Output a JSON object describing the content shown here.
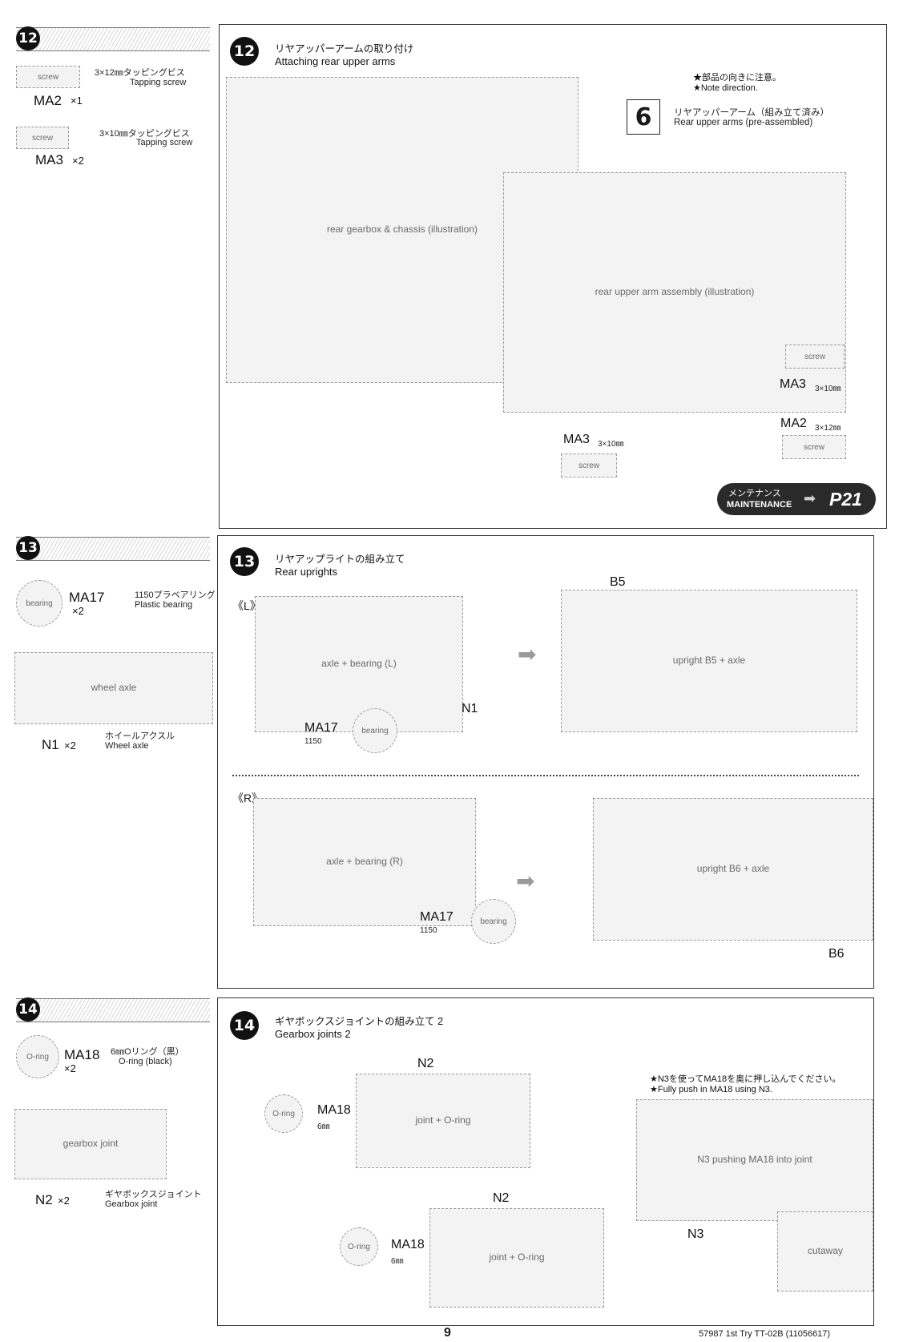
{
  "steps": [
    {
      "number": "12",
      "title_ja": "リヤアッパーアームの取り付け",
      "title_en": "Attaching rear upper arms",
      "parts": [
        {
          "code": "MA2",
          "qty": "×1",
          "name_ja": "3×12㎜タッピングビス",
          "name_en": "Tapping screw"
        },
        {
          "code": "MA3",
          "qty": "×2",
          "name_ja": "3×10㎜タッピングビス",
          "name_en": "Tapping screw"
        }
      ],
      "note_ja": "★部品の向きに注意。",
      "note_en": "★Note direction.",
      "ref_step": "6",
      "ref_ja": "リヤアッパーアーム（組み立て済み）",
      "ref_en": "Rear upper arms (pre-assembled)",
      "callouts": [
        {
          "code": "MA3",
          "size": "3×10㎜"
        },
        {
          "code": "MA2",
          "size": "3×12㎜"
        },
        {
          "code": "MA3",
          "size": "3×10㎜"
        }
      ],
      "maintenance_ja": "メンテナンス",
      "maintenance_en": "MAINTENANCE",
      "maintenance_page": "P21"
    },
    {
      "number": "13",
      "title_ja": "リヤアップライトの組み立て",
      "title_en": "Rear uprights",
      "parts": [
        {
          "code": "MA17",
          "qty": "×2",
          "name_ja": "1150プラベアリング",
          "name_en": "Plastic bearing"
        },
        {
          "code": "N1",
          "qty": "×2",
          "name_ja": "ホイールアクスル",
          "name_en": "Wheel axle"
        }
      ],
      "left_label": "《L》",
      "right_label": "《R》",
      "callouts": {
        "ma17": "MA17",
        "ma17_sub": "1150",
        "n1": "N1",
        "b5": "B5",
        "b6": "B6"
      }
    },
    {
      "number": "14",
      "title_ja": "ギヤボックスジョイントの組み立て 2",
      "title_en": "Gearbox joints 2",
      "parts": [
        {
          "code": "MA18",
          "qty": "×2",
          "name_ja": "6㎜Oリング（黒）",
          "name_en": "O-ring (black)"
        },
        {
          "code": "N2",
          "qty": "×2",
          "name_ja": "ギヤボックスジョイント",
          "name_en": "Gearbox joint"
        }
      ],
      "note_ja": "★N3を使ってMA18を奥に押し込んでください。",
      "note_en": "★Fully push in MA18 using N3.",
      "callouts": {
        "ma18": "MA18",
        "ma18_sub": "6㎜",
        "n2": "N2",
        "n3": "N3"
      }
    }
  ],
  "footer": {
    "page_number": "9",
    "code": "57987 1st Try TT-02B (11056617)"
  }
}
